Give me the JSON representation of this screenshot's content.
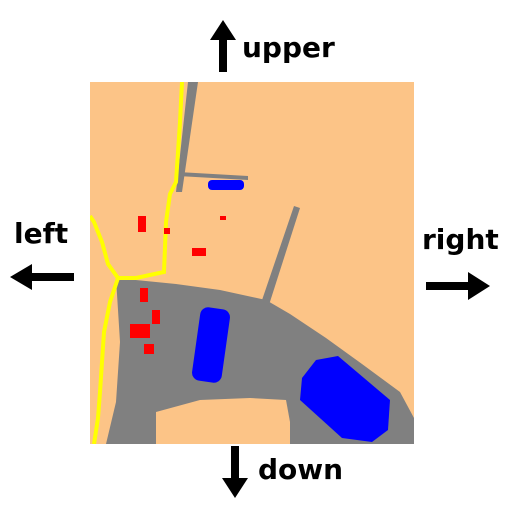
{
  "directions": {
    "up": "upper",
    "left": "left",
    "right": "right",
    "down": "down"
  },
  "legend_colors": {
    "land": "#fcc487",
    "road": "#808080",
    "path": "#ffff00",
    "building_small": "#ff0000",
    "building_large": "#0000ff",
    "arrow": "#000000"
  },
  "icons": [
    "arrow-up-icon",
    "arrow-left-icon",
    "arrow-right-icon",
    "arrow-down-icon"
  ]
}
